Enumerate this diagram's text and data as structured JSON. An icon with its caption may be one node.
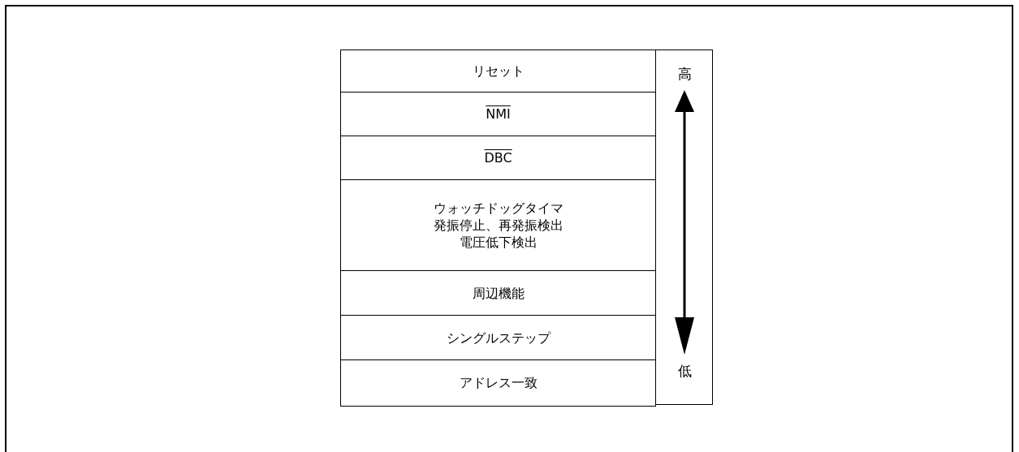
{
  "diagram": {
    "nodes": [
      {
        "text": [
          "リセット"
        ]
      },
      {
        "text": [
          "NMI"
        ]
      },
      {
        "text": [
          "DBC"
        ]
      },
      {
        "text": [
          "ウォッチドッグタイマ発振停止、再発振検出電圧低下検出"
        ]
      },
      {
        "text": [
          "周辺機能"
        ]
      },
      {
        "text": [
          "シングルステップ"
        ]
      },
      {
        "text": [
          "アドレス一致"
        ]
      }
    ],
    "labels": [
      "高",
      "低"
    ]
  }
}
